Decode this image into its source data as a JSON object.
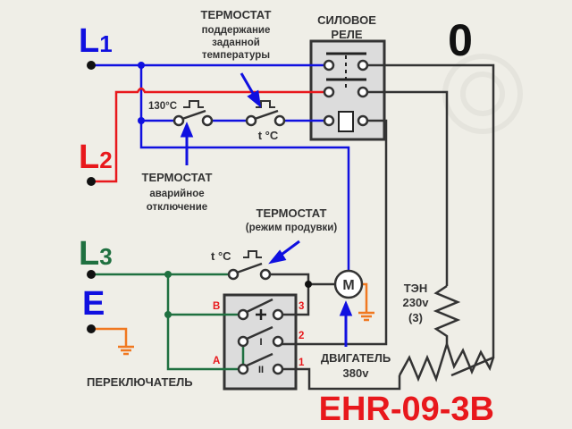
{
  "lines": {
    "l1": "L",
    "l1_sub": "1",
    "l2": "L",
    "l2_sub": "2",
    "l3": "L",
    "l3_sub": "3",
    "earth": "E"
  },
  "thermostat_main": {
    "title": "ТЕРМОСТАТ",
    "line1": "поддержание",
    "line2": "заданной",
    "line3": "температуры",
    "switch_label": "t °C"
  },
  "thermostat_emergency": {
    "title": "ТЕРМОСТАТ",
    "line1": "аварийное",
    "line2": "отключение",
    "switch_label": "130°C"
  },
  "thermostat_blow": {
    "title": "ТЕРМОСТАТ",
    "line1": "(режим продувки)",
    "switch_label": "t °C"
  },
  "relay": {
    "line1": "СИЛОВОЕ",
    "line2": "РЕЛЕ"
  },
  "switch": {
    "label": "ПЕРЕКЛЮЧАТЕЛЬ",
    "terminal_b": "B",
    "terminal_a": "A",
    "terminal_3": "3",
    "terminal_2": "2",
    "terminal_1": "1",
    "pos_1": "I",
    "pos_2": "II"
  },
  "motor": {
    "symbol": "M",
    "line1": "ДВИГАТЕЛЬ",
    "line2": "380v"
  },
  "heater": {
    "line1": "ТЭН",
    "line2": "230v",
    "line3": "(3)"
  },
  "model": "EHR-09-3B",
  "corner_mark": "0",
  "colors": {
    "l1": "#1010e0",
    "l2": "#e8181c",
    "l3": "#1f7040",
    "earth": "#f07820",
    "wire": "#333333"
  }
}
